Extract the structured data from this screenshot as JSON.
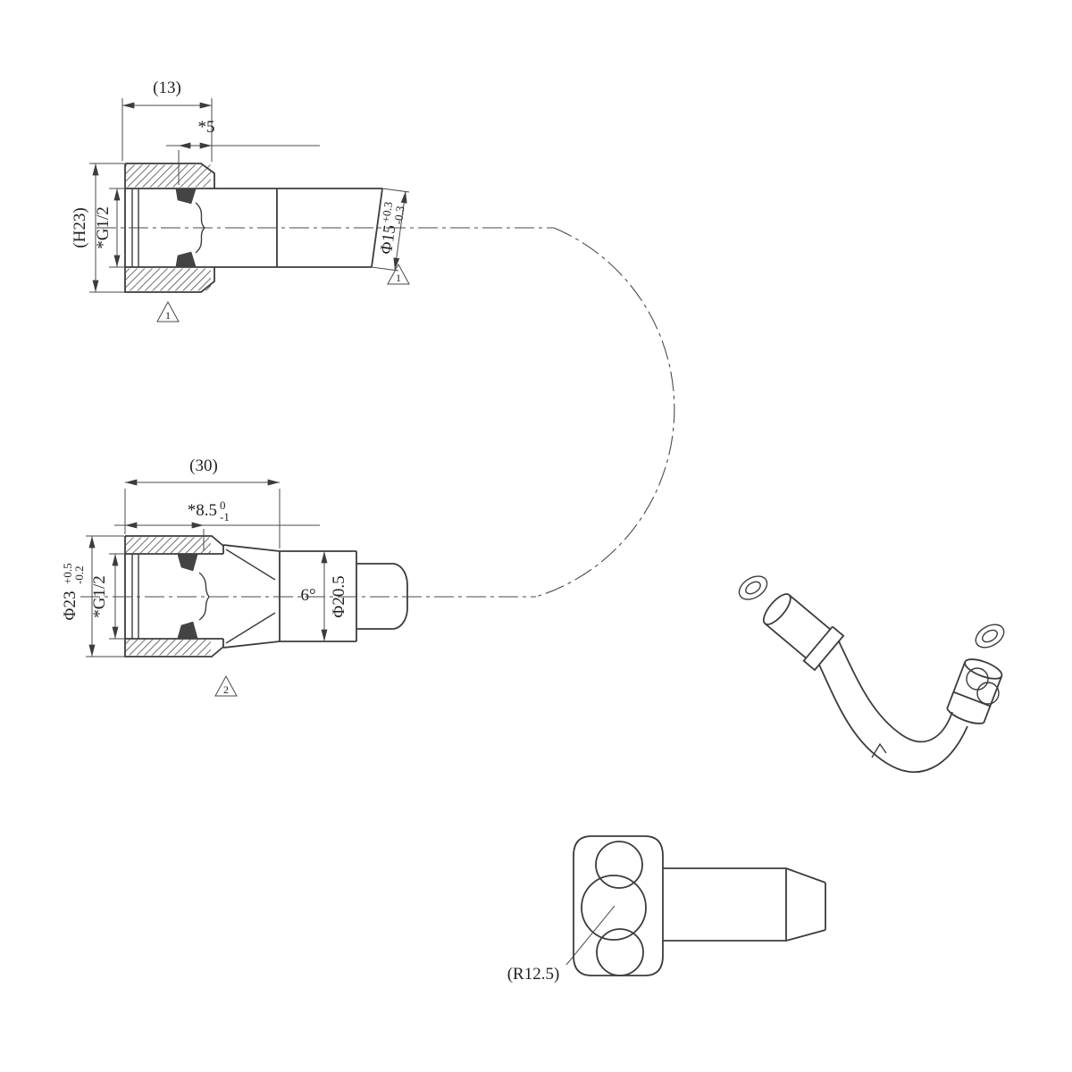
{
  "colors": {
    "line": "#3c3c3c",
    "background": "#ffffff"
  },
  "top_view": {
    "dim_width": "(13)",
    "dim_thread_depth": "*5",
    "dim_height": "(H23)",
    "dim_thread": "*G1/2",
    "dim_tube_dia": {
      "base": "Φ15",
      "tol_upper": "+0.3",
      "tol_lower": "-0.3"
    },
    "flag_nut": "1",
    "flag_tube": "1"
  },
  "middle_view": {
    "dim_width": "(30)",
    "dim_thread_depth": {
      "base": "*8.5",
      "tol_upper": "0",
      "tol_lower": "-1"
    },
    "dim_outer_dia": {
      "base": "Φ23",
      "tol_upper": "+0.5",
      "tol_lower": "-0.2"
    },
    "dim_thread": "*G1/2",
    "dim_cone_angle": "6°",
    "dim_body_dia": "Φ20.5",
    "flag": "2"
  },
  "elbow_view": {
    "dim_radius": "(R12.5)"
  }
}
